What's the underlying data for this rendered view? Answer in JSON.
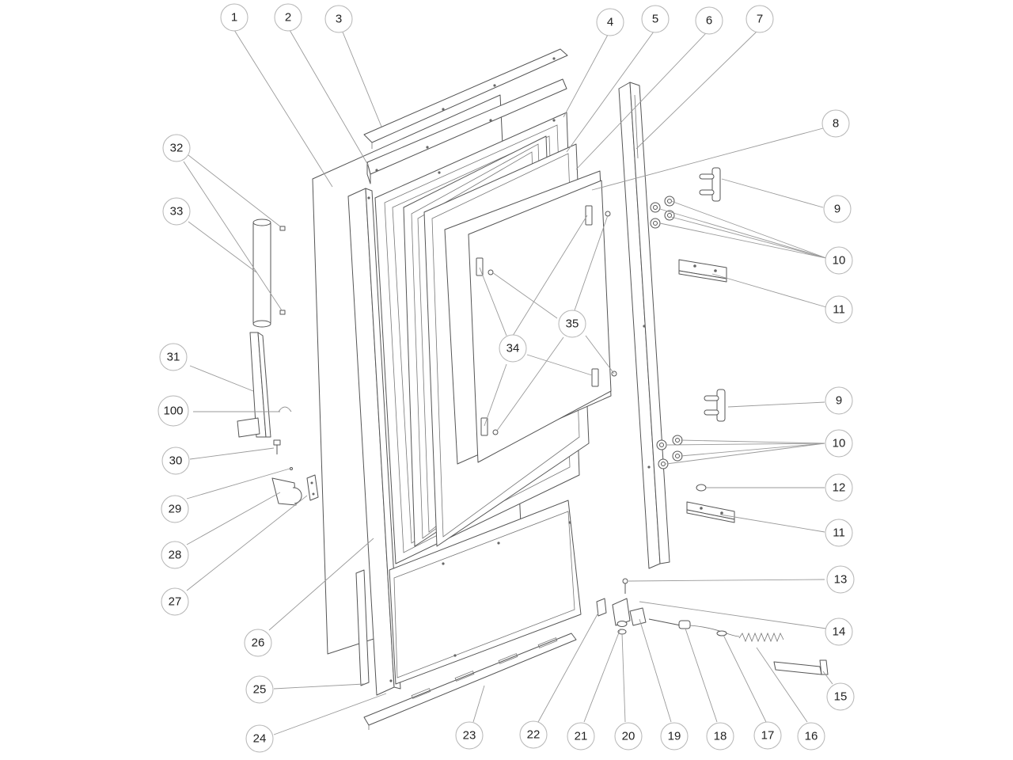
{
  "callouts": [
    {
      "id": "c1",
      "label": "1"
    },
    {
      "id": "c2",
      "label": "2"
    },
    {
      "id": "c3",
      "label": "3"
    },
    {
      "id": "c4",
      "label": "4"
    },
    {
      "id": "c5",
      "label": "5"
    },
    {
      "id": "c6",
      "label": "6"
    },
    {
      "id": "c7",
      "label": "7"
    },
    {
      "id": "c8",
      "label": "8"
    },
    {
      "id": "c9a",
      "label": "9"
    },
    {
      "id": "c9b",
      "label": "9"
    },
    {
      "id": "c10a",
      "label": "10"
    },
    {
      "id": "c10b",
      "label": "10"
    },
    {
      "id": "c11a",
      "label": "11"
    },
    {
      "id": "c11b",
      "label": "11"
    },
    {
      "id": "c12",
      "label": "12"
    },
    {
      "id": "c13",
      "label": "13"
    },
    {
      "id": "c14",
      "label": "14"
    },
    {
      "id": "c15",
      "label": "15"
    },
    {
      "id": "c16",
      "label": "16"
    },
    {
      "id": "c17",
      "label": "17"
    },
    {
      "id": "c18",
      "label": "18"
    },
    {
      "id": "c19",
      "label": "19"
    },
    {
      "id": "c20",
      "label": "20"
    },
    {
      "id": "c21",
      "label": "21"
    },
    {
      "id": "c22",
      "label": "22"
    },
    {
      "id": "c23",
      "label": "23"
    },
    {
      "id": "c24",
      "label": "24"
    },
    {
      "id": "c25",
      "label": "25"
    },
    {
      "id": "c26",
      "label": "26"
    },
    {
      "id": "c27",
      "label": "27"
    },
    {
      "id": "c28",
      "label": "28"
    },
    {
      "id": "c29",
      "label": "29"
    },
    {
      "id": "c30",
      "label": "30"
    },
    {
      "id": "c31",
      "label": "31"
    },
    {
      "id": "c100",
      "label": "100"
    },
    {
      "id": "c32",
      "label": "32"
    },
    {
      "id": "c33",
      "label": "33"
    },
    {
      "id": "c34",
      "label": "34"
    },
    {
      "id": "c35",
      "label": "35"
    }
  ]
}
